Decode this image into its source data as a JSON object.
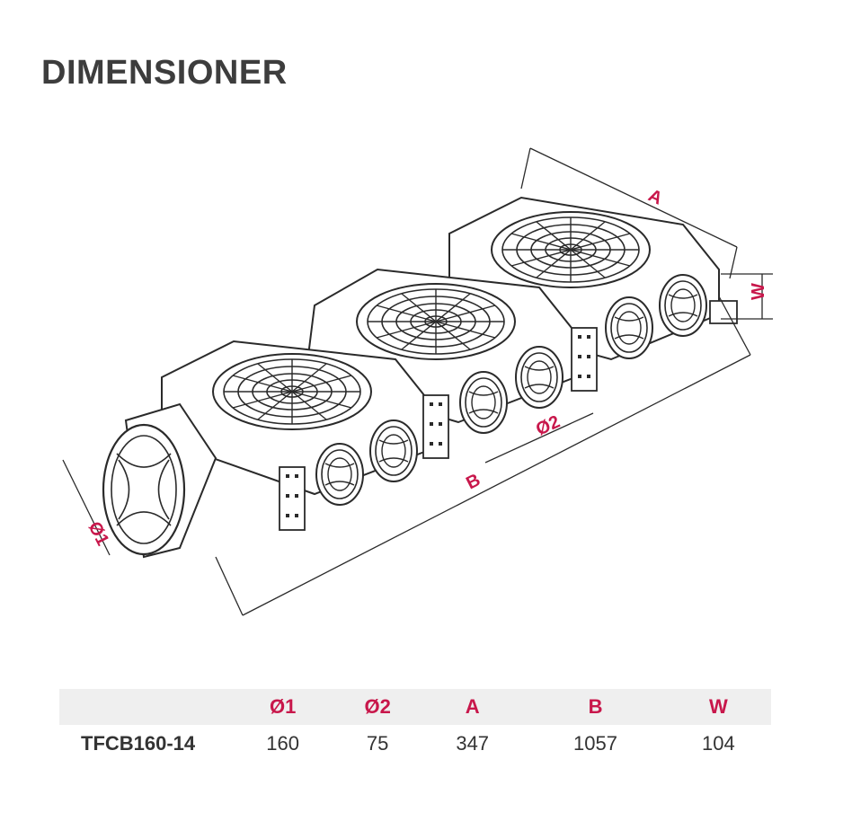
{
  "title": "DIMENSIONER",
  "colors": {
    "accent": "#c8174b",
    "text": "#333333",
    "title": "#3d3d3d",
    "header_bg": "#efefef",
    "line": "#2a2a2a"
  },
  "drawing_labels": {
    "a": "A",
    "w": "W",
    "b": "B",
    "d1": "Ø1",
    "d2": "Ø2"
  },
  "table": {
    "headers": [
      "",
      "Ø1",
      "Ø2",
      "A",
      "B",
      "W"
    ],
    "rows": [
      {
        "model": "TFCB160-14",
        "values": [
          "160",
          "75",
          "347",
          "1057",
          "104"
        ]
      }
    ]
  }
}
